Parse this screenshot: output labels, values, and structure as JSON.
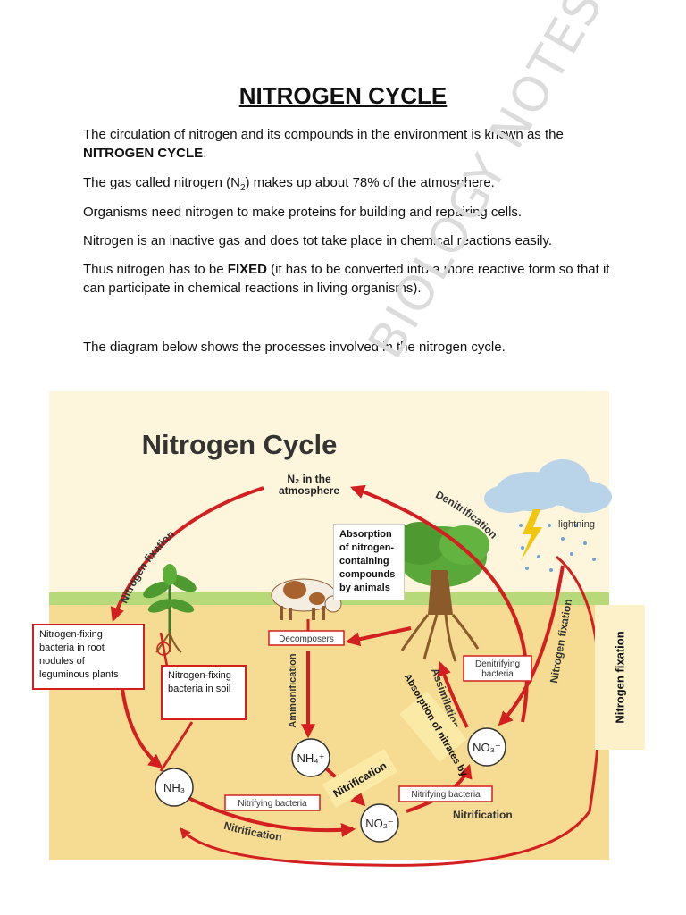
{
  "document": {
    "title": "NITROGEN CYCLE",
    "para1_start": "The circulation of nitrogen and its compounds in the environment is known as the ",
    "para1_bold": "NITROGEN CYCLE",
    "para1_end": ".",
    "para2_start": "The gas called nitrogen (N",
    "para2_sub": "2",
    "para2_end": ") makes up about 78% of the atmosphere.",
    "para3": "Organisms need nitrogen to make proteins for building and repairing cells.",
    "para4": "Nitrogen is an inactive gas and does tot take place in chemical reactions easily.",
    "para5_start": "Thus nitrogen has to be ",
    "para5_bold": "FIXED",
    "para5_end": " (it has to be converted into a more reactive form so that it can participate in chemical reactions in living organisms).",
    "para6": "The diagram below shows the processes involved in the nitrogen cycle.",
    "watermark": "BIOLOGY NOTES"
  },
  "diagram": {
    "title": "Nitrogen Cycle",
    "n2_line1": "N₂ in the",
    "n2_line2": "atmosphere",
    "nitrogen_fixation_left": "Nitrogen fixation",
    "denitrification": "Denitrification",
    "lightning": "lightning",
    "nitrogen_fixation_right": "Nitrogen fixation",
    "decomposers": "Decomposers",
    "ammonification": "Ammonification",
    "assimilation": "Assimilation",
    "denitrifying_bacteria_1": "Denitrifying",
    "denitrifying_bacteria_2": "bacteria",
    "nh3": "NH₃",
    "nh4": "NH₄⁺",
    "no2": "NO₂⁻",
    "no3": "NO₃⁻",
    "nitrifying_bacteria_left": "Nitrifying bacteria",
    "nitrifying_bacteria_right": "Nitrifying bacteria",
    "nitrification_bottom": "Nitrification",
    "nitrification_right": "Nitrification",
    "nitrification_mid": "Nitrification"
  },
  "annotations": {
    "absorption_animals": "Absorption of nitrogen-containing compounds by animals",
    "root_nodules": "Nitrogen-fixing bacteria in root nodules of leguminous plants",
    "soil_bacteria": "Nitrogen-fixing bacteria in soil",
    "absorption_nitrates": "Absorption of nitrates by",
    "side_label": "Nitrogen fixation"
  },
  "colors": {
    "arrow_red": "#d31f1f",
    "sky": "#fdf6dc",
    "soil": "#f5dc92",
    "grass": "#b8d97a"
  }
}
